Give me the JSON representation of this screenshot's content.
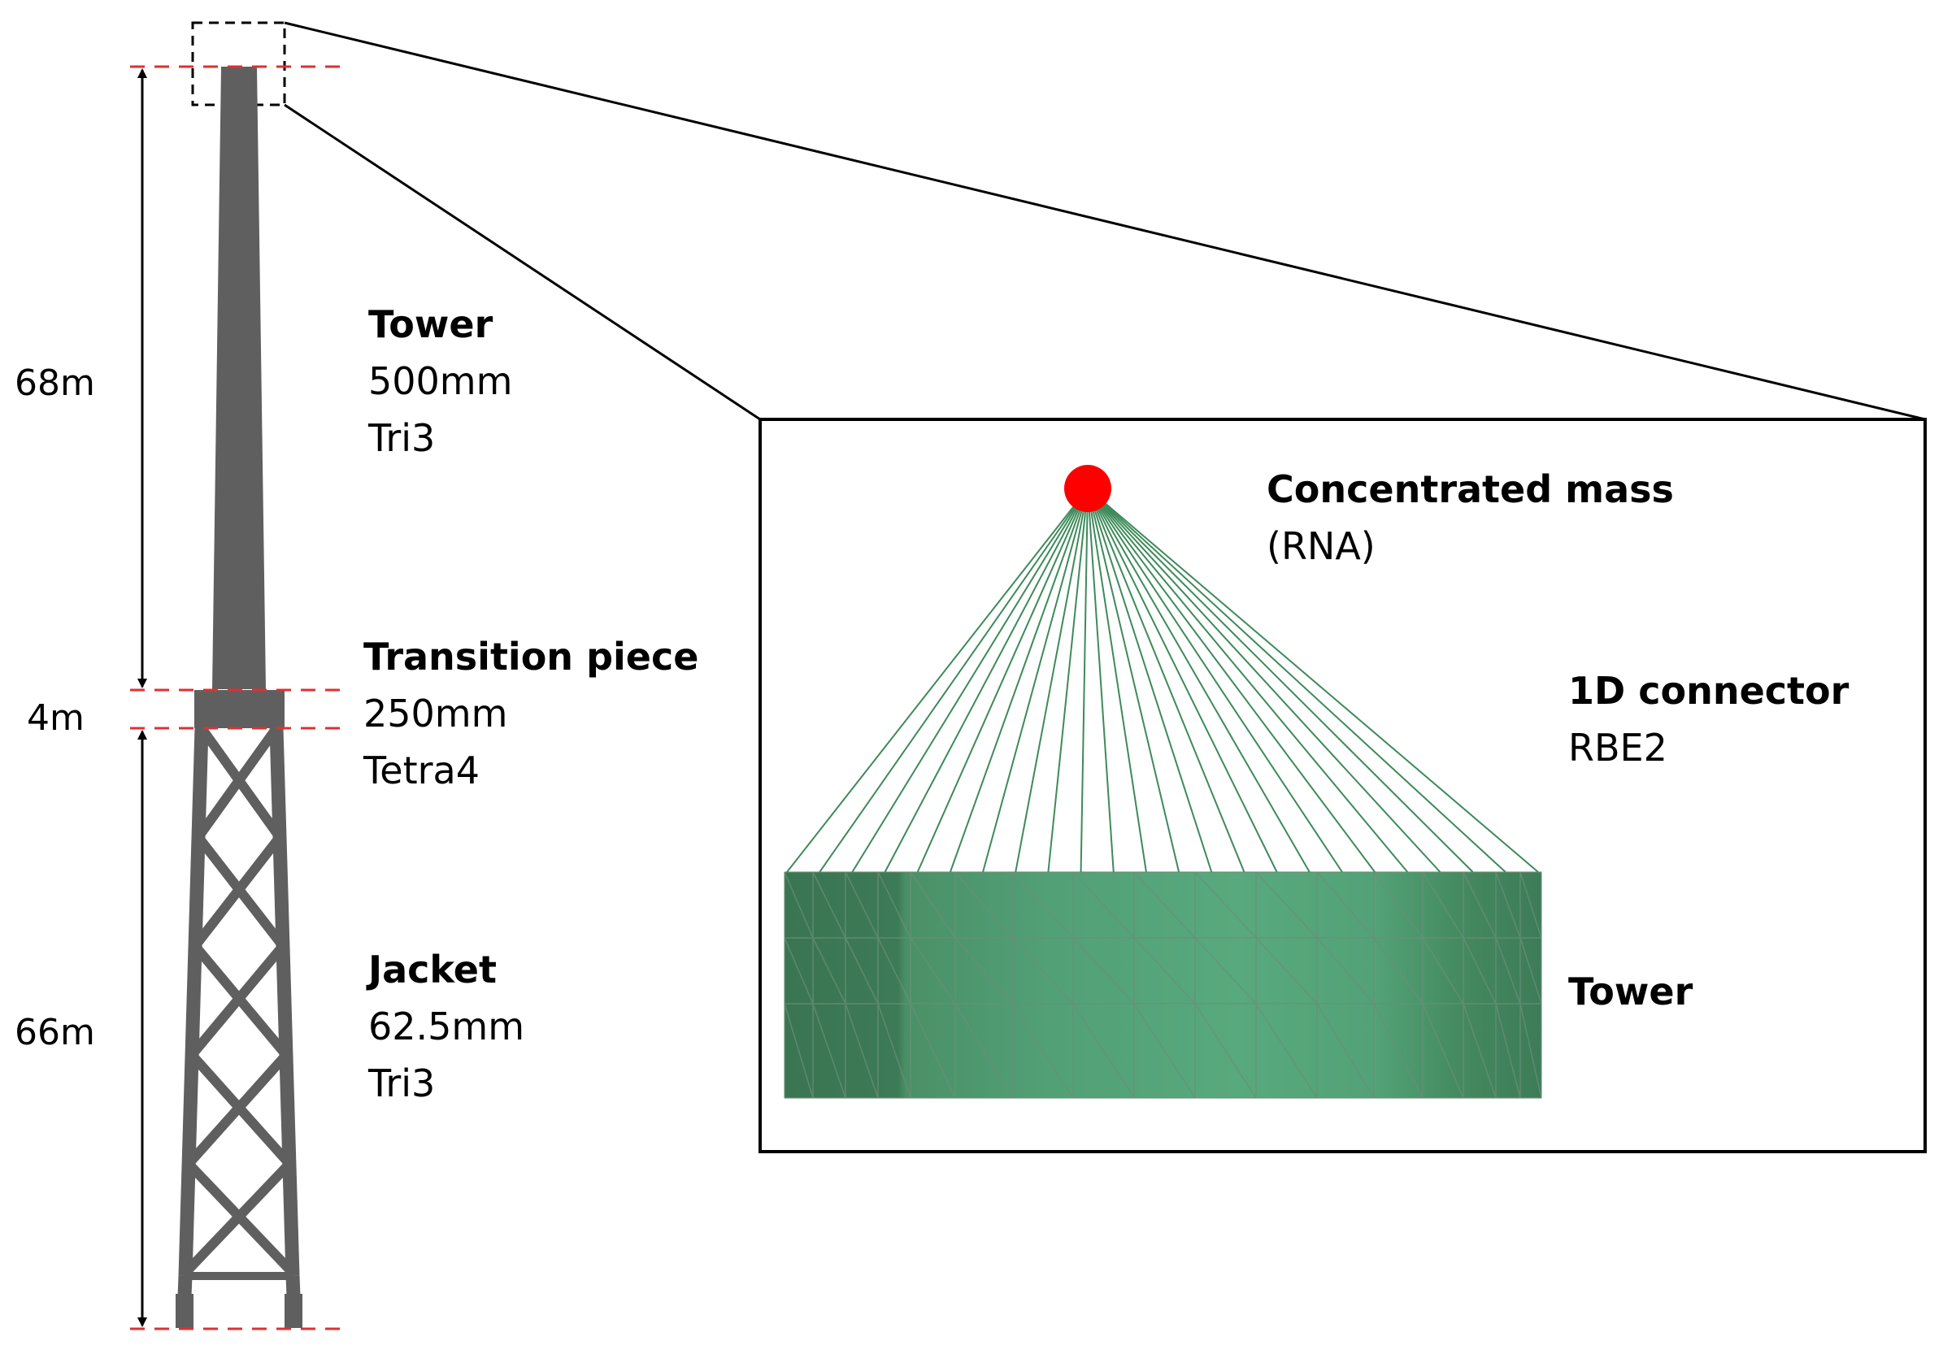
{
  "dimensions": {
    "tower": "68m",
    "transition": "4m",
    "jacket": "66m"
  },
  "left_labels": {
    "tower": {
      "title": "Tower",
      "size": "500mm",
      "element": "Tri3"
    },
    "transition": {
      "title": "Transition piece",
      "size": "250mm",
      "element": "Tetra4"
    },
    "jacket": {
      "title": "Jacket",
      "size": "62.5mm",
      "element": "Tri3"
    }
  },
  "detail": {
    "mass_title": "Concentrated mass",
    "mass_sub": "(RNA)",
    "connector_title": "1D connector",
    "connector_sub": "RBE2",
    "tower_label": "Tower"
  },
  "colors": {
    "structure": "#5f5f5f",
    "guide": "#e03030",
    "mass": "#ff0000",
    "connector": "#3e8a5a",
    "mesh_light": "#55a57a",
    "mesh_dark": "#3a7552"
  }
}
